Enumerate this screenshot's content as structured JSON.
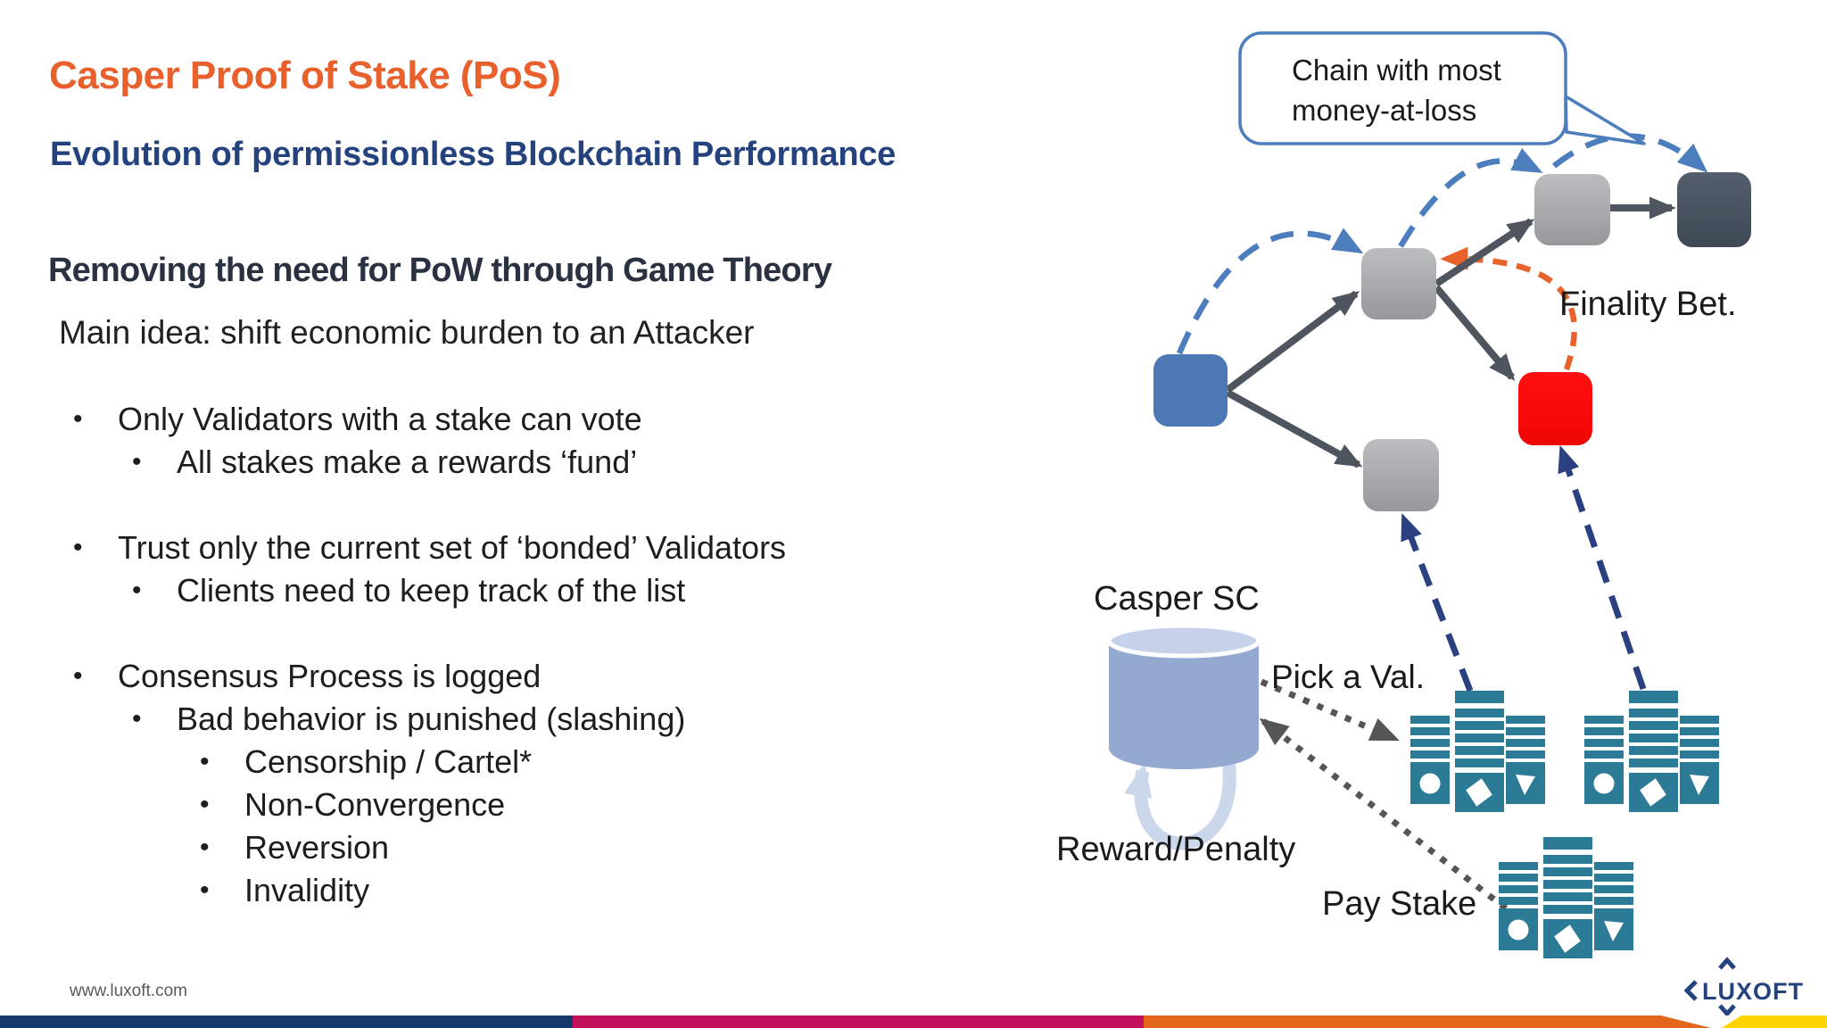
{
  "slide": {
    "title": "Casper Proof of Stake (PoS)",
    "subtitle": "Evolution of permissionless Blockchain Performance",
    "heading": "Removing the need for PoW through Game Theory",
    "lead": "Main idea: shift economic burden to an Attacker",
    "bullet_char": "•",
    "bullets": [
      {
        "level": 1,
        "text": "Only Validators with a stake can vote"
      },
      {
        "level": 2,
        "text": "All stakes make a rewards ‘fund’"
      },
      {
        "level": 1,
        "text": "Trust only the current set of ‘bonded’ Validators"
      },
      {
        "level": 2,
        "text": "Clients need to keep track of the list"
      },
      {
        "level": 1,
        "text": "Consensus Process is logged"
      },
      {
        "level": 2,
        "text": "Bad behavior is punished (slashing)"
      },
      {
        "level": 3,
        "text": "Censorship / Cartel*"
      },
      {
        "level": 3,
        "text": "Non-Convergence"
      },
      {
        "level": 3,
        "text": "Reversion"
      },
      {
        "level": 3,
        "text": "Invalidity"
      }
    ]
  },
  "diagram": {
    "callout": {
      "line1": "Chain with most",
      "line2": "money-at-loss"
    },
    "labels": {
      "finality": "Finality Bet.",
      "casper_sc": "Casper SC",
      "pick_val": "Pick a Val.",
      "reward_penalty": "Reward/Penalty",
      "pay_stake": "Pay Stake"
    },
    "nodes": [
      "genesis-blue",
      "block-gray-mid",
      "block-gray-top",
      "block-dark-head",
      "block-gray-fork",
      "block-red-attack"
    ],
    "validator_clusters": 3
  },
  "footer": {
    "url": "www.luxoft.com",
    "logo_text": "LUXOFT"
  },
  "colors": {
    "title_orange": "#E8612C",
    "subtitle_blue": "#24427E",
    "heading_dark": "#2A3242",
    "body_text": "#212121",
    "callout_blue": "#4C7DBD",
    "arc_orange": "#E8632C",
    "dashed_navy": "#2B4080",
    "arrow_gray": "#4E555F",
    "block_gray": "#A9AAAD",
    "block_dark": "#49525F",
    "block_blue": "#4C78B5",
    "block_red": "#F50B06",
    "cylinder_body": "#93A9CF",
    "cylinder_top": "#C6D2E9",
    "validator_teal": "#2B7A96",
    "bar_navy": "#16396B",
    "bar_crimson": "#C4115E",
    "bar_orange": "#E4661C",
    "bar_yellow": "#FFD400",
    "footer_gray": "#5A5A5A",
    "logo_navy": "#24427E"
  }
}
